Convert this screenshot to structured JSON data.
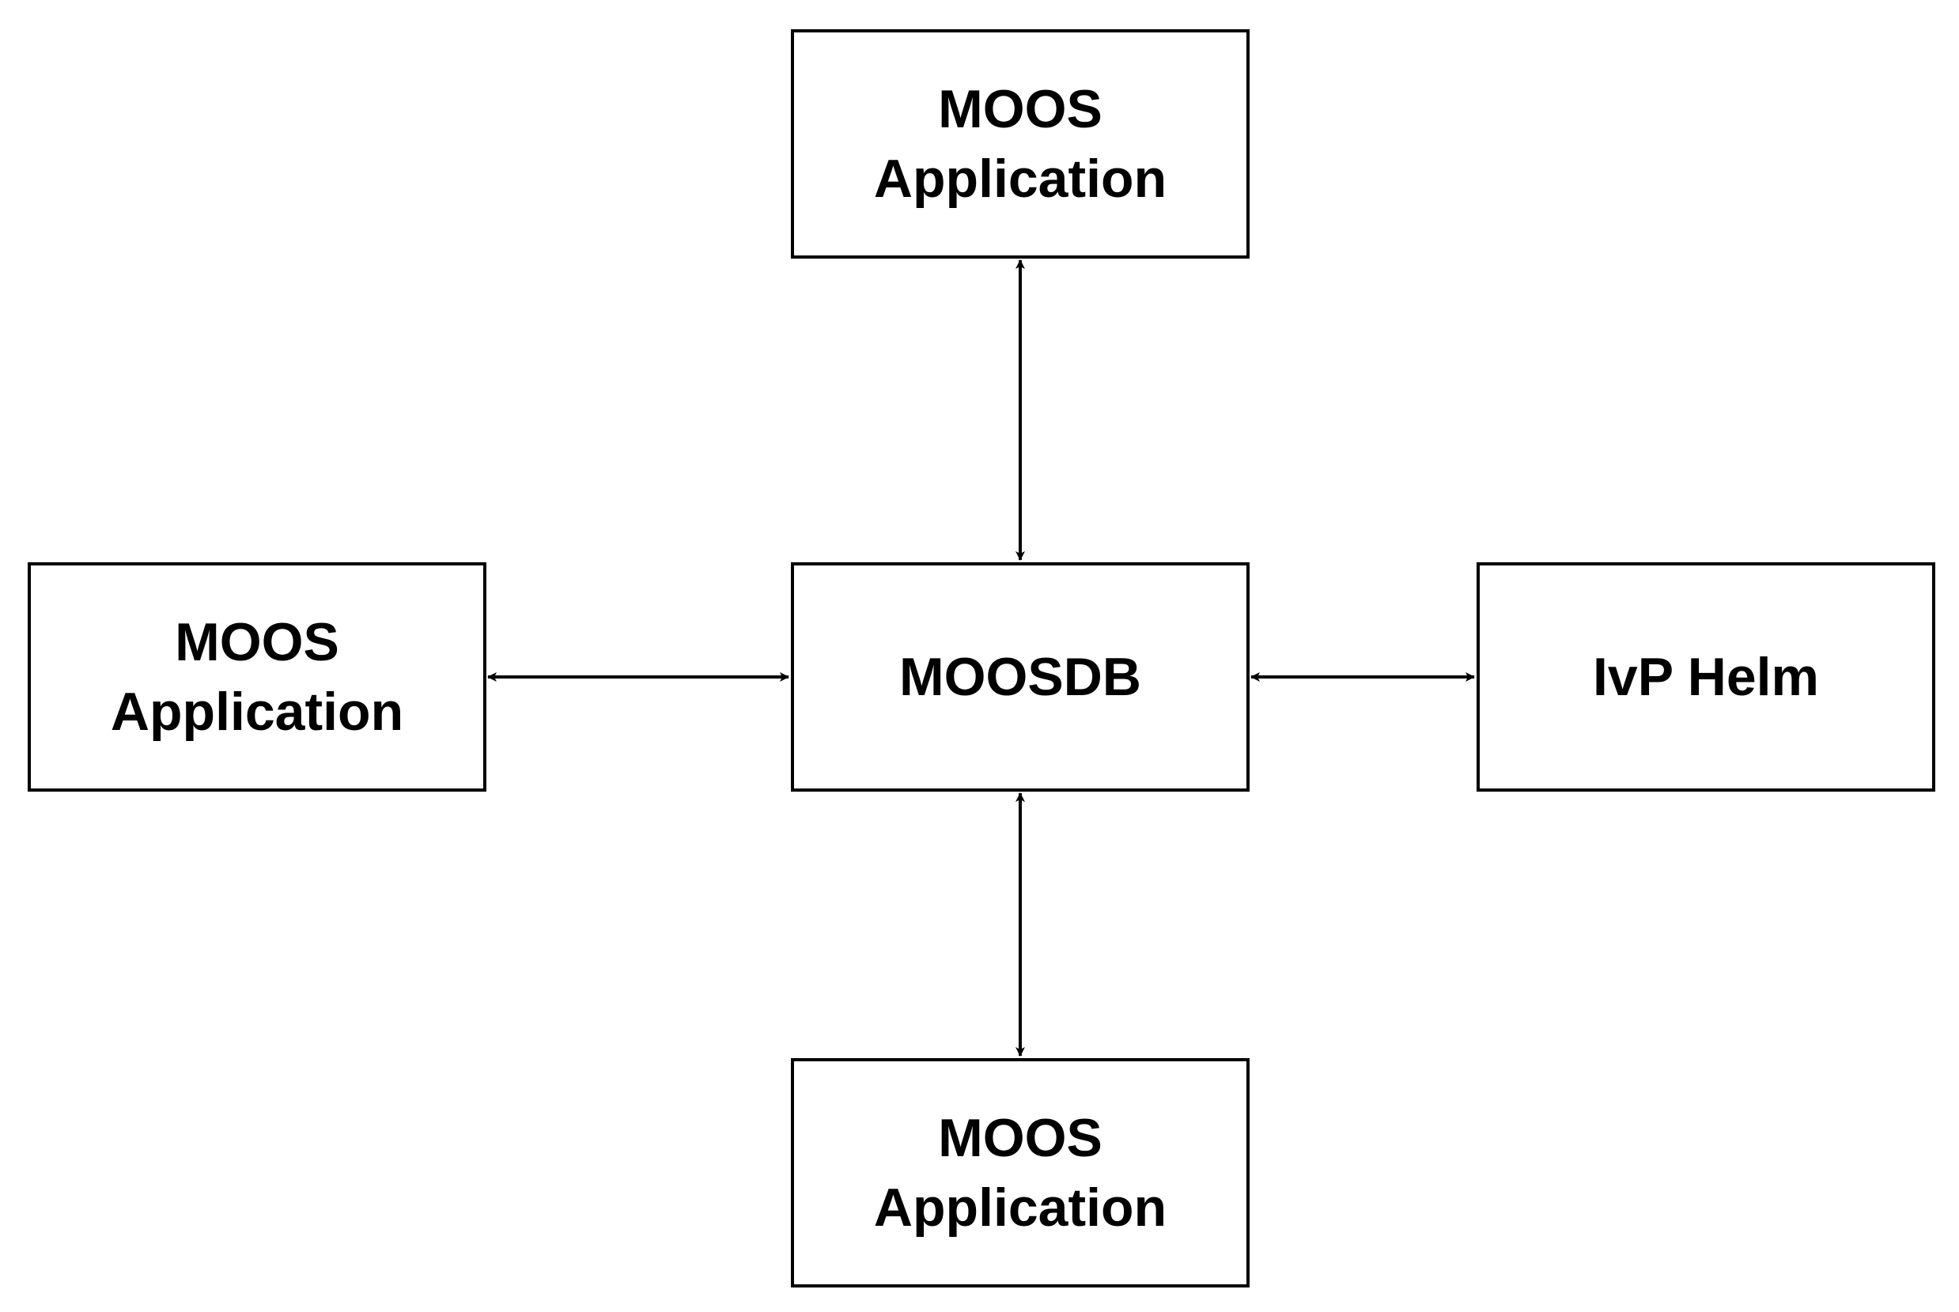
{
  "diagram": {
    "nodes": {
      "top": {
        "line1": "MOOS",
        "line2": "Application"
      },
      "center": {
        "line1": "MOOSDB"
      },
      "left": {
        "line1": "MOOS",
        "line2": "Application"
      },
      "right": {
        "line1": "IvP Helm"
      },
      "bottom": {
        "line1": "MOOS",
        "line2": "Application"
      }
    },
    "edges": [
      {
        "from": "top",
        "to": "center",
        "direction": "both"
      },
      {
        "from": "left",
        "to": "center",
        "direction": "both"
      },
      {
        "from": "center",
        "to": "right",
        "direction": "both"
      },
      {
        "from": "center",
        "to": "bottom",
        "direction": "both"
      }
    ],
    "colors": {
      "stroke": "#000000",
      "fill": "#ffffff",
      "text": "#000000"
    }
  }
}
